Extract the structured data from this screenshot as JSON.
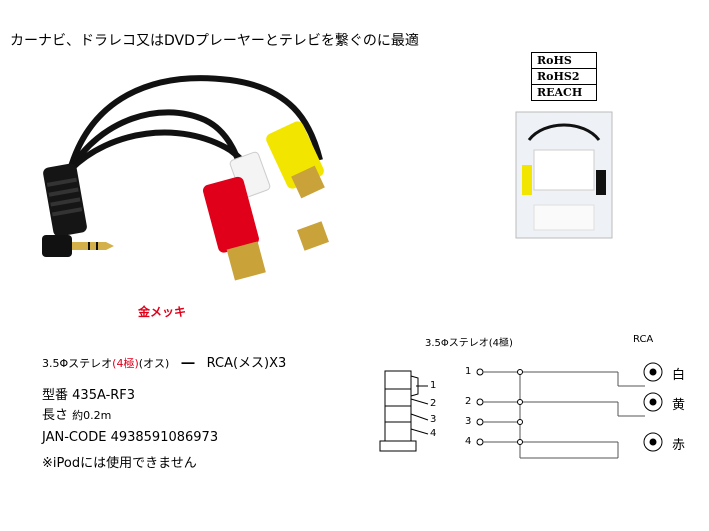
{
  "headline": "カーナビ、ドラレコ又はDVDプレーヤーとテレビを繋ぐのに最適",
  "badges": [
    "RoHS",
    "RoHS2",
    "REACH"
  ],
  "plating_label": "金メッキ",
  "specs": {
    "line1_prefix": "3.5Φステレオ",
    "line1_poles": "(4極)",
    "line1_gender": "(オス)",
    "line1_dash": "―",
    "line1_target": "RCA(メス)X3",
    "model_label": "型番",
    "model_value": "435A-RF3",
    "length_label": "長さ",
    "length_value": "約0.2m",
    "jan": "JAN-CODE 4938591086973",
    "note": "※iPodには使用できません"
  },
  "diagram": {
    "plug_title": "3.5Φステレオ(4極)",
    "rca_title": "RCA",
    "plug_pins": [
      "1",
      "2",
      "3",
      "4"
    ],
    "left_pins": [
      "1",
      "2",
      "3",
      "4"
    ],
    "outputs": [
      "白",
      "黄",
      "赤"
    ]
  },
  "colors": {
    "red": "#e0001a",
    "yellow": "#f2e600",
    "gold": "#c9a23a",
    "cable": "#111111"
  }
}
